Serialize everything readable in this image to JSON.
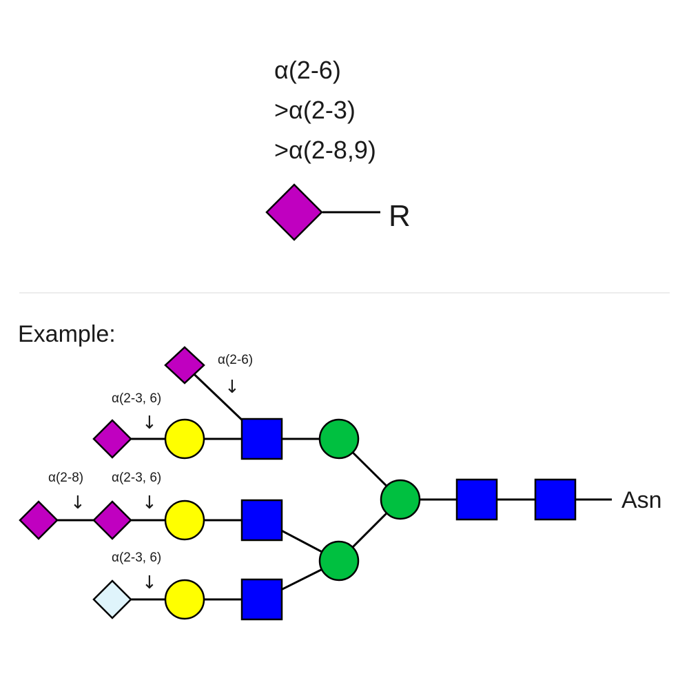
{
  "header": {
    "lines": [
      "α(2-6)",
      ">α(2-3)",
      ">α(2-8,9)"
    ],
    "r_label": "R"
  },
  "example": {
    "title": "Example:",
    "labels": {
      "top": "α(2-6)",
      "row1": "α(2-3, 6)",
      "row2_left": "α(2-8)",
      "row2_right": "α(2-3, 6)",
      "row3": "α(2-3, 6)"
    },
    "arrow_glyph": "↓",
    "asn": "Asn"
  },
  "colors": {
    "sialic_acid": "#c000c0",
    "kdn_light": "#dff4fb",
    "galactose": "#ffff00",
    "glcnac": "#0000ff",
    "mannose": "#00c040",
    "divider": "#e6e6e6"
  }
}
